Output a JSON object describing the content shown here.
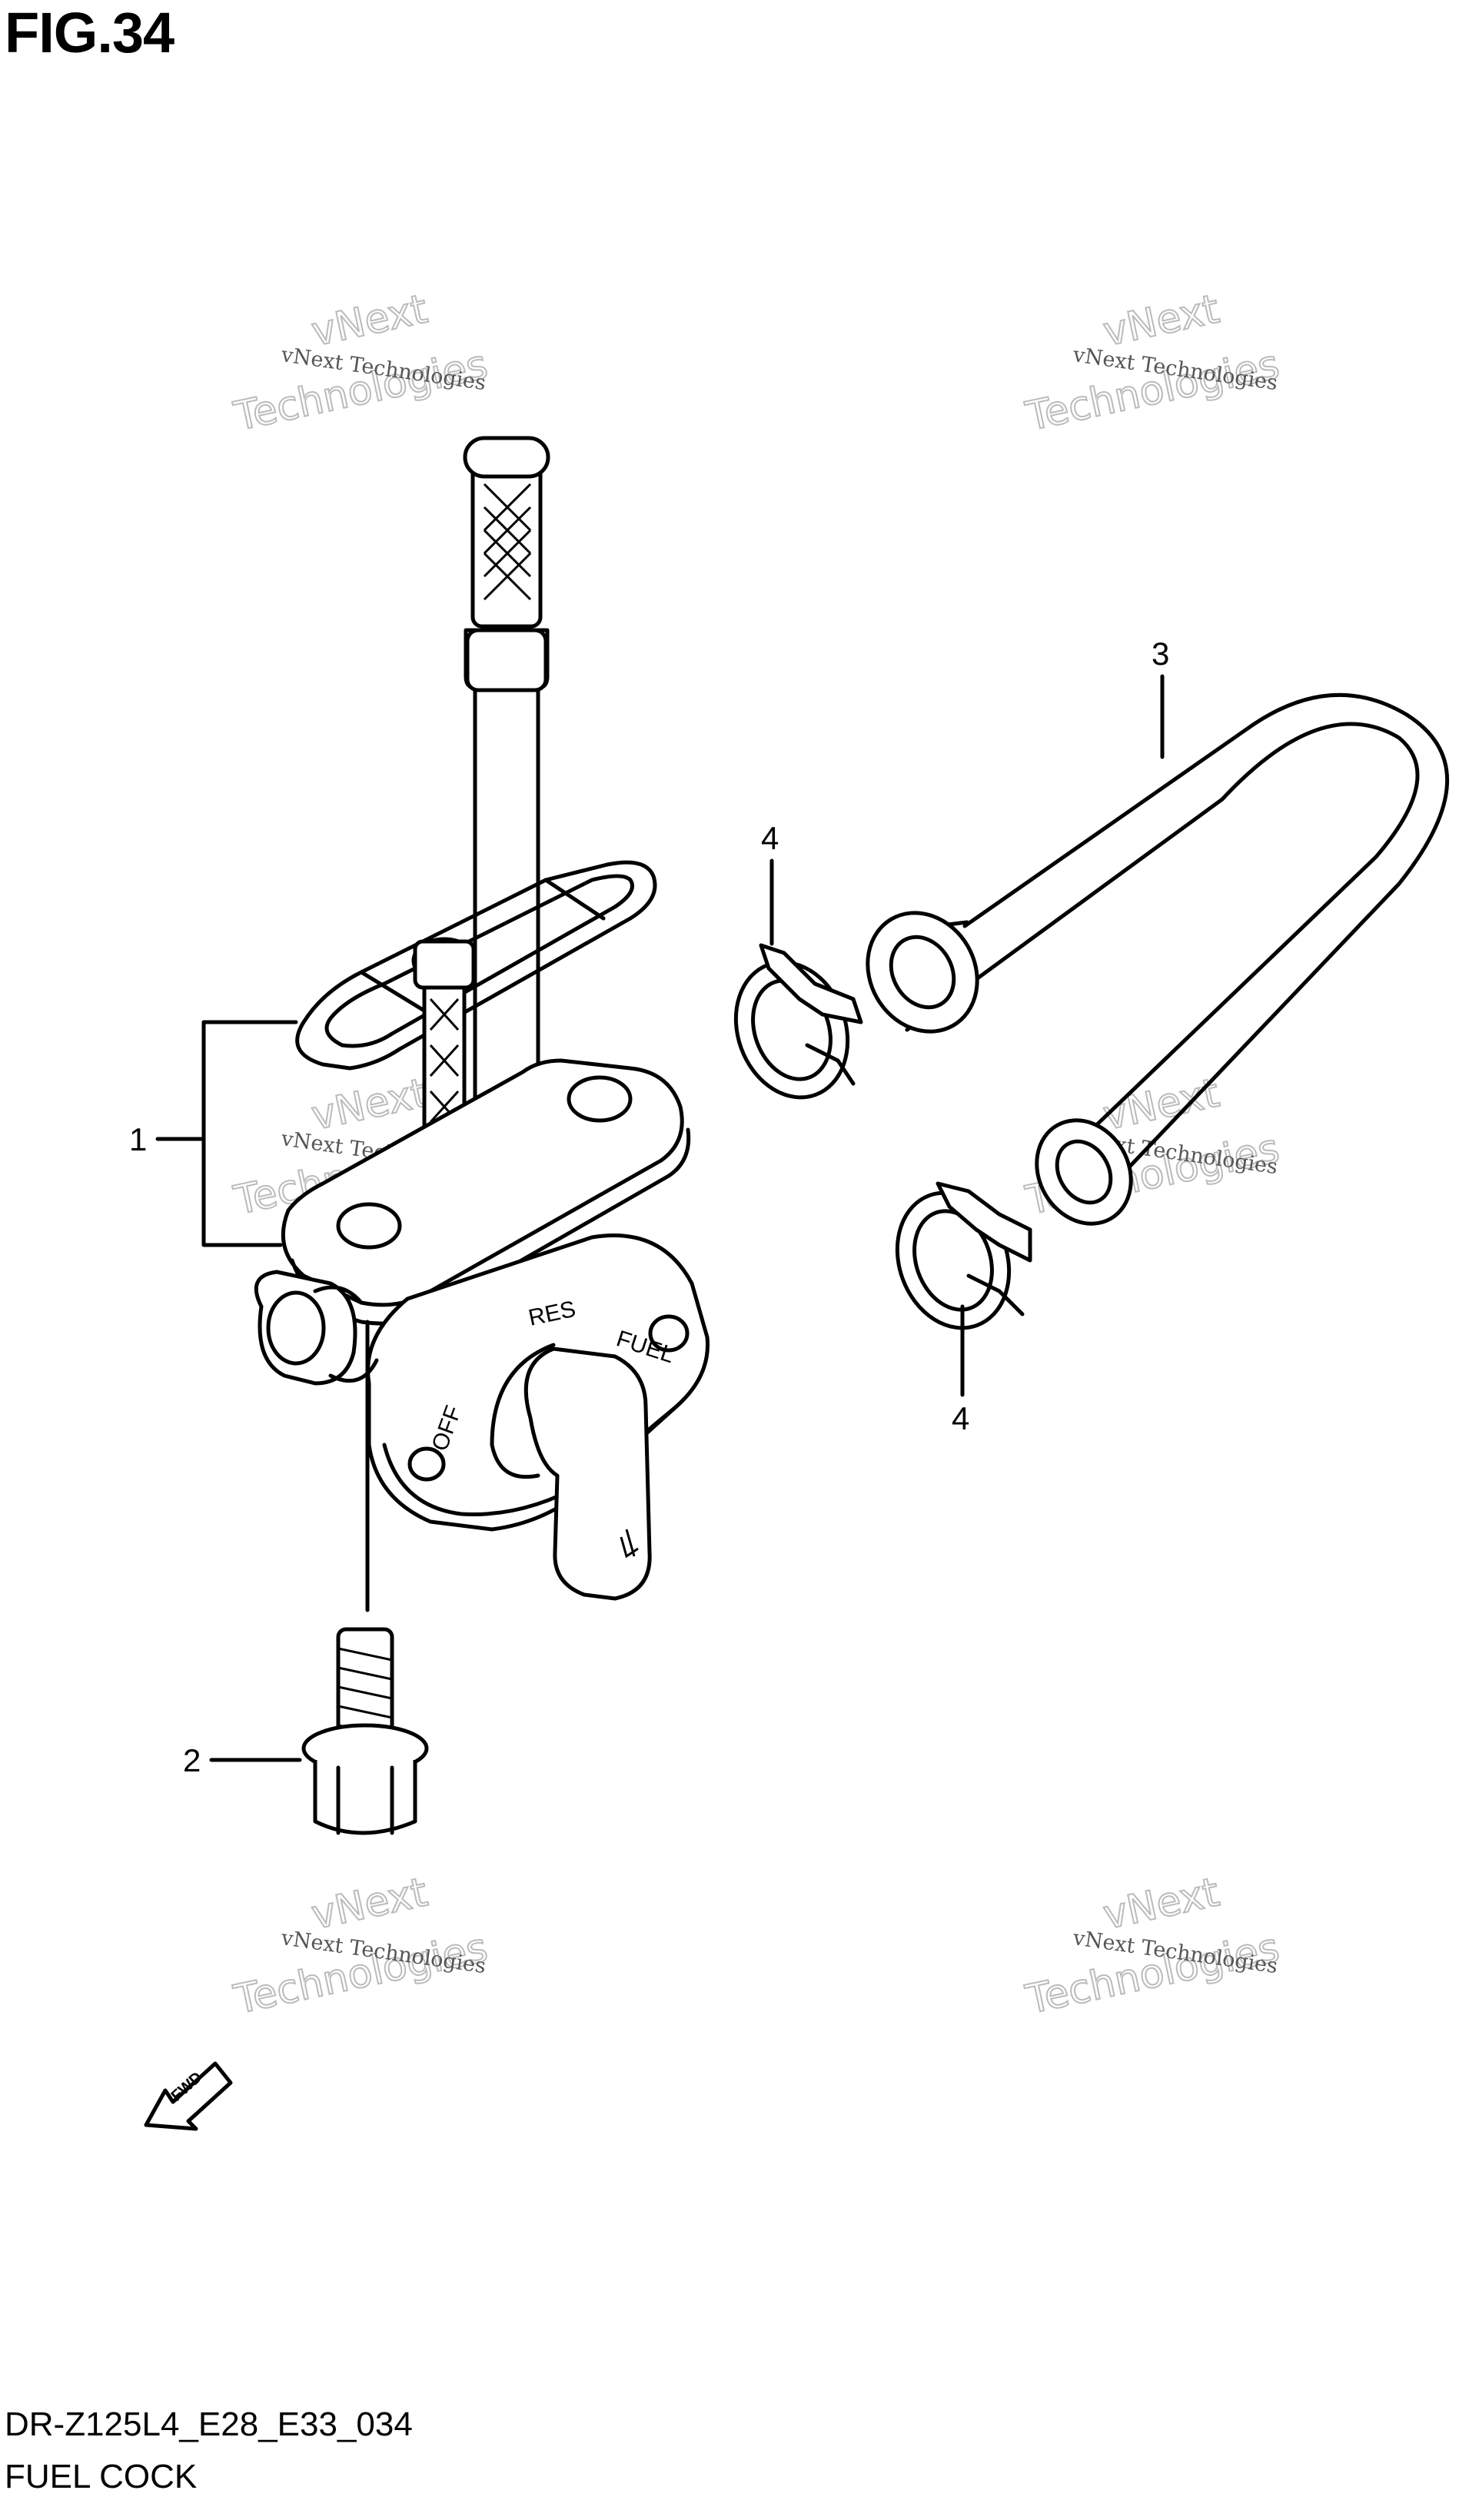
{
  "figure": {
    "title": "FIG.34",
    "drawing_code": "DR-Z125L4_E28_E33_034",
    "name": "FUEL COCK"
  },
  "callouts": [
    {
      "id": "1",
      "label": "1"
    },
    {
      "id": "2",
      "label": "2"
    },
    {
      "id": "3",
      "label": "3"
    },
    {
      "id": "4a",
      "label": "4"
    },
    {
      "id": "4b",
      "label": "4"
    }
  ],
  "valve_markings": {
    "res": "RES",
    "fuel": "FUEL",
    "off": "OFF"
  },
  "forward_arrow": {
    "label": "FWD"
  },
  "watermark": {
    "line1": "vNext Technologies",
    "line2": "vNext",
    "line3": "Technologies"
  }
}
